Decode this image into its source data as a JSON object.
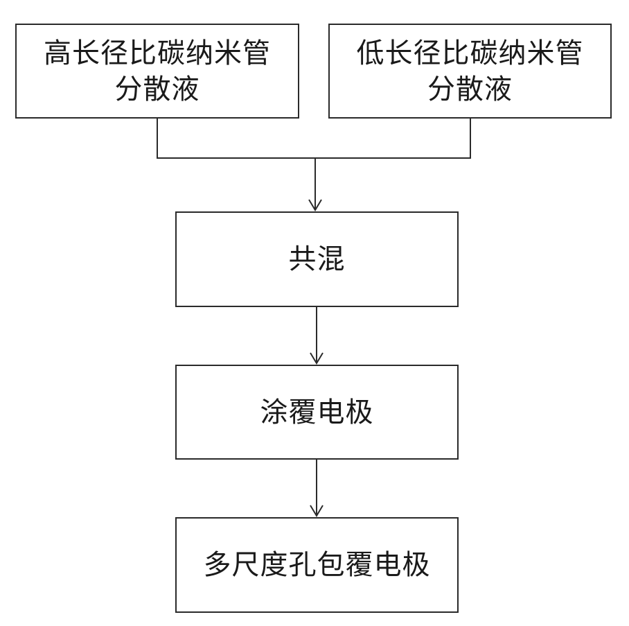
{
  "diagram": {
    "nodes": {
      "high_aspect": {
        "line1": "高长径比碳纳米管",
        "line2": "分散液"
      },
      "low_aspect": {
        "line1": "低长径比碳纳米管",
        "line2": "分散液"
      },
      "blend": {
        "label": "共混"
      },
      "coat": {
        "label": "涂覆电极"
      },
      "final": {
        "label": "多尺度孔包覆电极"
      }
    },
    "edges": [
      {
        "from": "high_aspect",
        "to": "blend"
      },
      {
        "from": "low_aspect",
        "to": "blend"
      },
      {
        "from": "blend",
        "to": "coat"
      },
      {
        "from": "coat",
        "to": "final"
      }
    ],
    "colors": {
      "stroke": "#2a2a2a",
      "text": "#1a1a1a",
      "background": "#ffffff"
    }
  }
}
